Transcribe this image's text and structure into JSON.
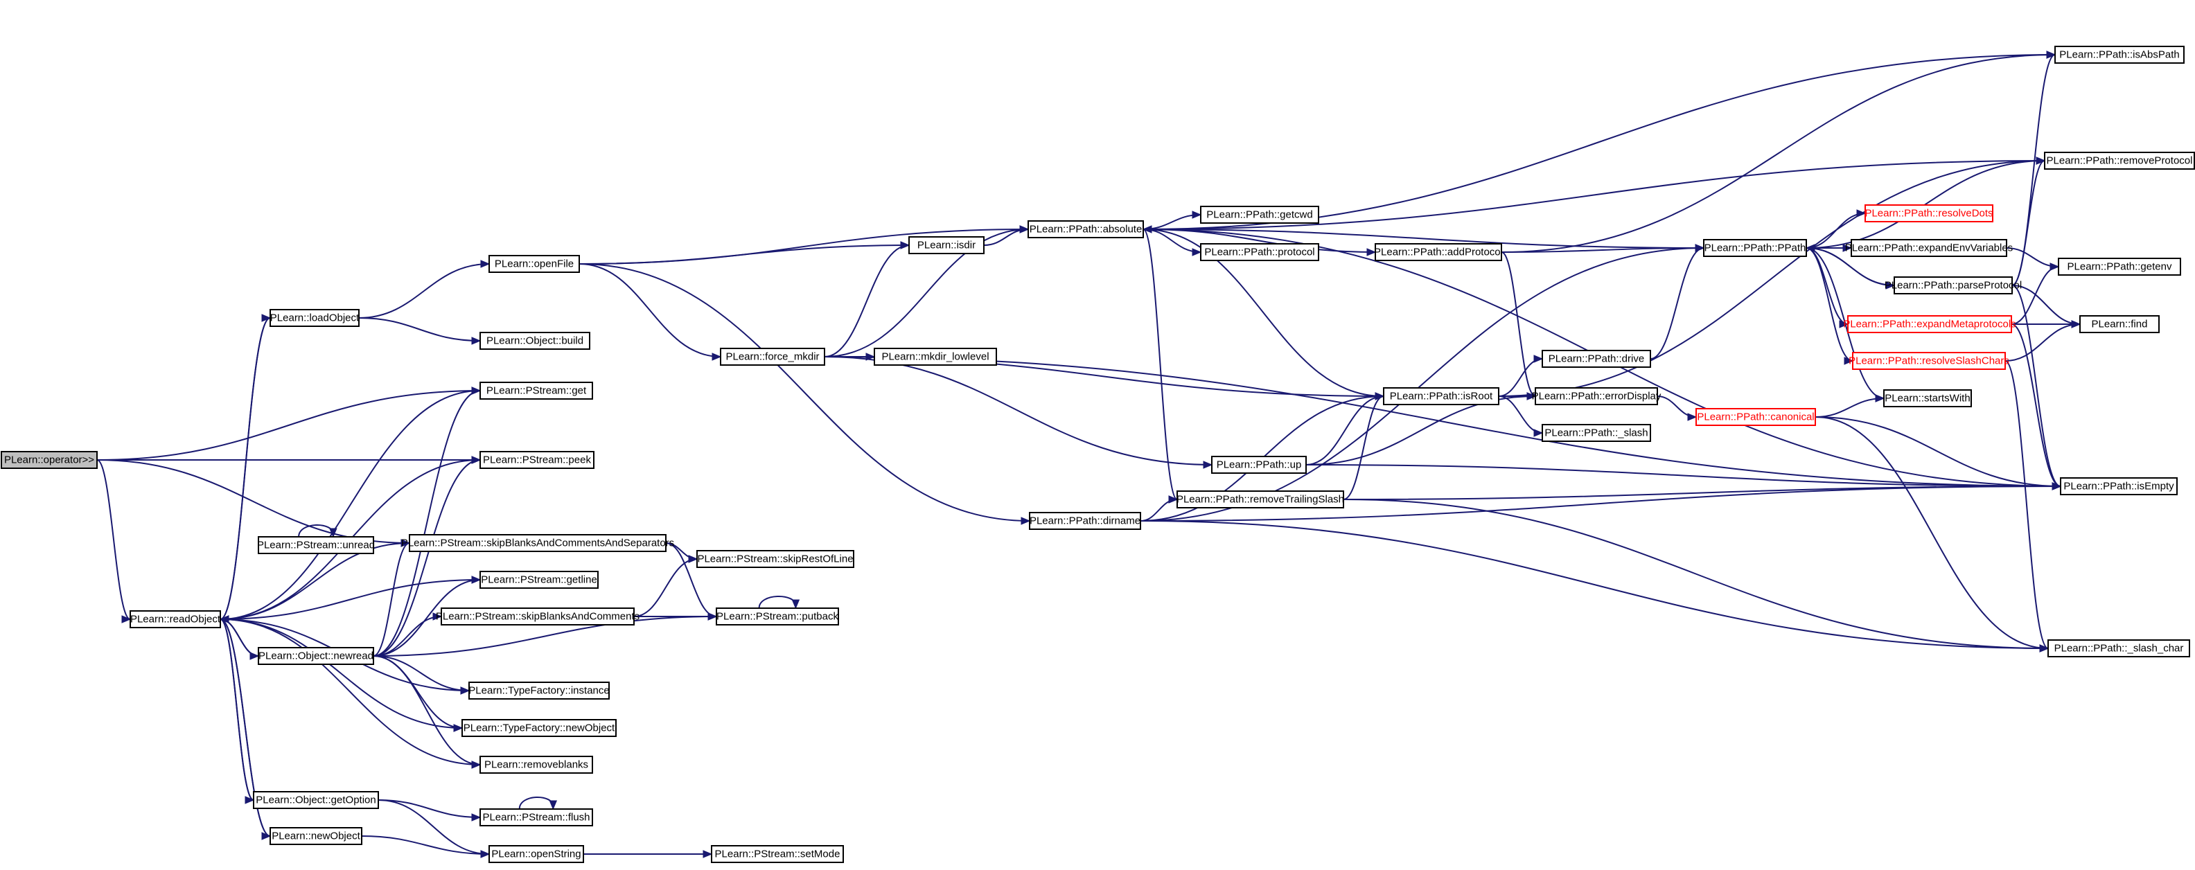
{
  "diagram": {
    "type": "call-graph",
    "colors": {
      "edge": "#191970",
      "root_fill": "#bfbfbf",
      "node_border": "#000000",
      "truncated_border": "#ff0000"
    },
    "nodes": [
      {
        "id": "op",
        "label": "PLearn::operator>>",
        "root": true
      },
      {
        "id": "readObject",
        "label": "PLearn::readObject"
      },
      {
        "id": "loadObject",
        "label": "PLearn::loadObject"
      },
      {
        "id": "openFile",
        "label": "PLearn::openFile"
      },
      {
        "id": "objbuild",
        "label": "PLearn::Object::build"
      },
      {
        "id": "psget",
        "label": "PLearn::PStream::get"
      },
      {
        "id": "pspeek",
        "label": "PLearn::PStream::peek"
      },
      {
        "id": "psunread",
        "label": "PLearn::PStream::unread"
      },
      {
        "id": "skipBCS",
        "label": "PLearn::PStream::skipBlanksAndCommentsAndSeparators"
      },
      {
        "id": "getline",
        "label": "PLearn::PStream::getline"
      },
      {
        "id": "skipBC",
        "label": "PLearn::PStream::skipBlanksAndComments"
      },
      {
        "id": "skipRest",
        "label": "PLearn::PStream::skipRestOfLine"
      },
      {
        "id": "putback",
        "label": "PLearn::PStream::putback"
      },
      {
        "id": "newread",
        "label": "PLearn::Object::newread"
      },
      {
        "id": "tfinst",
        "label": "PLearn::TypeFactory::instance"
      },
      {
        "id": "tfnew",
        "label": "PLearn::TypeFactory::newObject"
      },
      {
        "id": "removeblanks",
        "label": "PLearn::removeblanks"
      },
      {
        "id": "getOption",
        "label": "PLearn::Object::getOption"
      },
      {
        "id": "flush",
        "label": "PLearn::PStream::flush"
      },
      {
        "id": "newObject",
        "label": "PLearn::newObject"
      },
      {
        "id": "openString",
        "label": "PLearn::openString"
      },
      {
        "id": "setMode",
        "label": "PLearn::PStream::setMode"
      },
      {
        "id": "force_mkdir",
        "label": "PLearn::force_mkdir"
      },
      {
        "id": "isdir",
        "label": "PLearn::isdir"
      },
      {
        "id": "mkdir_low",
        "label": "PLearn::mkdir_lowlevel"
      },
      {
        "id": "absolute",
        "label": "PLearn::PPath::absolute"
      },
      {
        "id": "getcwd",
        "label": "PLearn::PPath::getcwd"
      },
      {
        "id": "protocol",
        "label": "PLearn::PPath::protocol"
      },
      {
        "id": "addProtocol",
        "label": "PLearn::PPath::addProtocol"
      },
      {
        "id": "dirname",
        "label": "PLearn::PPath::dirname"
      },
      {
        "id": "up",
        "label": "PLearn::PPath::up"
      },
      {
        "id": "removeTS",
        "label": "PLearn::PPath::removeTrailingSlash"
      },
      {
        "id": "isRoot",
        "label": "PLearn::PPath::isRoot"
      },
      {
        "id": "drive",
        "label": "PLearn::PPath::drive"
      },
      {
        "id": "errorDisplay",
        "label": "PLearn::PPath::errorDisplay"
      },
      {
        "id": "_slash",
        "label": "PLearn::PPath::_slash"
      },
      {
        "id": "PPath",
        "label": "PLearn::PPath::PPath"
      },
      {
        "id": "canonical",
        "label": "PLearn::PPath::canonical",
        "truncated": true
      },
      {
        "id": "resolveDots",
        "label": "PLearn::PPath::resolveDots",
        "truncated": true
      },
      {
        "id": "expandEnv",
        "label": "PLearn::PPath::expandEnvVariables"
      },
      {
        "id": "parseProtocol",
        "label": "PLearn::PPath::parseProtocol"
      },
      {
        "id": "expandMeta",
        "label": "PLearn::PPath::expandMetaprotocols",
        "truncated": true
      },
      {
        "id": "resolveSlash",
        "label": "PLearn::PPath::resolveSlashChars",
        "truncated": true
      },
      {
        "id": "startsWith",
        "label": "PLearn::startsWith"
      },
      {
        "id": "getenv",
        "label": "PLearn::PPath::getenv"
      },
      {
        "id": "find",
        "label": "PLearn::find"
      },
      {
        "id": "isAbsPath",
        "label": "PLearn::PPath::isAbsPath"
      },
      {
        "id": "removeProtocol",
        "label": "PLearn::PPath::removeProtocol"
      },
      {
        "id": "isEmpty",
        "label": "PLearn::PPath::isEmpty"
      },
      {
        "id": "_slash_char",
        "label": "PLearn::PPath::_slash_char"
      }
    ],
    "edges": [
      [
        "op",
        "readObject"
      ],
      [
        "op",
        "psget"
      ],
      [
        "op",
        "pspeek"
      ],
      [
        "op",
        "skipBCS"
      ],
      [
        "readObject",
        "loadObject"
      ],
      [
        "readObject",
        "psget"
      ],
      [
        "readObject",
        "pspeek"
      ],
      [
        "readObject",
        "skipBCS"
      ],
      [
        "readObject",
        "getline"
      ],
      [
        "readObject",
        "newread"
      ],
      [
        "readObject",
        "tfinst"
      ],
      [
        "readObject",
        "tfnew"
      ],
      [
        "readObject",
        "removeblanks"
      ],
      [
        "readObject",
        "getOption"
      ],
      [
        "readObject",
        "newObject"
      ],
      [
        "loadObject",
        "readObject"
      ],
      [
        "loadObject",
        "openFile"
      ],
      [
        "loadObject",
        "objbuild"
      ],
      [
        "openFile",
        "isdir"
      ],
      [
        "openFile",
        "absolute"
      ],
      [
        "openFile",
        "force_mkdir"
      ],
      [
        "openFile",
        "dirname"
      ],
      [
        "psunread",
        "psunread"
      ],
      [
        "skipBCS",
        "skipRest"
      ],
      [
        "skipBCS",
        "putback"
      ],
      [
        "skipBC",
        "skipRest"
      ],
      [
        "skipBC",
        "putback"
      ],
      [
        "putback",
        "putback"
      ],
      [
        "newread",
        "readObject"
      ],
      [
        "newread",
        "psget"
      ],
      [
        "newread",
        "pspeek"
      ],
      [
        "newread",
        "skipBCS"
      ],
      [
        "newread",
        "getline"
      ],
      [
        "newread",
        "skipBC"
      ],
      [
        "newread",
        "putback"
      ],
      [
        "newread",
        "tfinst"
      ],
      [
        "newread",
        "tfnew"
      ],
      [
        "newread",
        "removeblanks"
      ],
      [
        "getOption",
        "readObject"
      ],
      [
        "getOption",
        "flush"
      ],
      [
        "getOption",
        "openString"
      ],
      [
        "flush",
        "flush"
      ],
      [
        "newObject",
        "readObject"
      ],
      [
        "newObject",
        "openString"
      ],
      [
        "openString",
        "setMode"
      ],
      [
        "force_mkdir",
        "isdir"
      ],
      [
        "force_mkdir",
        "mkdir_low"
      ],
      [
        "force_mkdir",
        "absolute"
      ],
      [
        "force_mkdir",
        "isRoot"
      ],
      [
        "force_mkdir",
        "up"
      ],
      [
        "force_mkdir",
        "isEmpty"
      ],
      [
        "isdir",
        "absolute"
      ],
      [
        "absolute",
        "getcwd"
      ],
      [
        "absolute",
        "protocol"
      ],
      [
        "absolute",
        "addProtocol"
      ],
      [
        "absolute",
        "isAbsPath"
      ],
      [
        "absolute",
        "removeProtocol"
      ],
      [
        "absolute",
        "PPath"
      ],
      [
        "absolute",
        "isEmpty"
      ],
      [
        "absolute",
        "removeTS"
      ],
      [
        "addProtocol",
        "PPath"
      ],
      [
        "addProtocol",
        "isAbsPath"
      ],
      [
        "addProtocol",
        "errorDisplay"
      ],
      [
        "dirname",
        "isRoot"
      ],
      [
        "dirname",
        "removeTS"
      ],
      [
        "dirname",
        "PPath"
      ],
      [
        "dirname",
        "isEmpty"
      ],
      [
        "dirname",
        "_slash_char"
      ],
      [
        "up",
        "isRoot"
      ],
      [
        "up",
        "errorDisplay"
      ],
      [
        "up",
        "isEmpty"
      ],
      [
        "removeTS",
        "isRoot"
      ],
      [
        "removeTS",
        "isEmpty"
      ],
      [
        "removeTS",
        "_slash_char"
      ],
      [
        "isRoot",
        "absolute"
      ],
      [
        "isRoot",
        "drive"
      ],
      [
        "isRoot",
        "_slash"
      ],
      [
        "isRoot",
        "removeProtocol"
      ],
      [
        "isRoot",
        "errorDisplay"
      ],
      [
        "drive",
        "PPath"
      ],
      [
        "errorDisplay",
        "canonical"
      ],
      [
        "canonical",
        "startsWith"
      ],
      [
        "canonical",
        "isEmpty"
      ],
      [
        "canonical",
        "_slash_char"
      ],
      [
        "PPath",
        "resolveDots"
      ],
      [
        "PPath",
        "expandEnv"
      ],
      [
        "PPath",
        "parseProtocol"
      ],
      [
        "PPath",
        "expandMeta"
      ],
      [
        "PPath",
        "resolveSlash"
      ],
      [
        "PPath",
        "startsWith"
      ],
      [
        "PPath",
        "removeProtocol"
      ],
      [
        "expandEnv",
        "getenv"
      ],
      [
        "parseProtocol",
        "PPath"
      ],
      [
        "parseProtocol",
        "find"
      ],
      [
        "parseProtocol",
        "isEmpty"
      ],
      [
        "parseProtocol",
        "isAbsPath"
      ],
      [
        "parseProtocol",
        "removeProtocol"
      ],
      [
        "expandMeta",
        "find"
      ],
      [
        "expandMeta",
        "getenv"
      ],
      [
        "expandMeta",
        "isEmpty"
      ],
      [
        "resolveSlash",
        "find"
      ],
      [
        "resolveSlash",
        "_slash_char"
      ]
    ]
  }
}
